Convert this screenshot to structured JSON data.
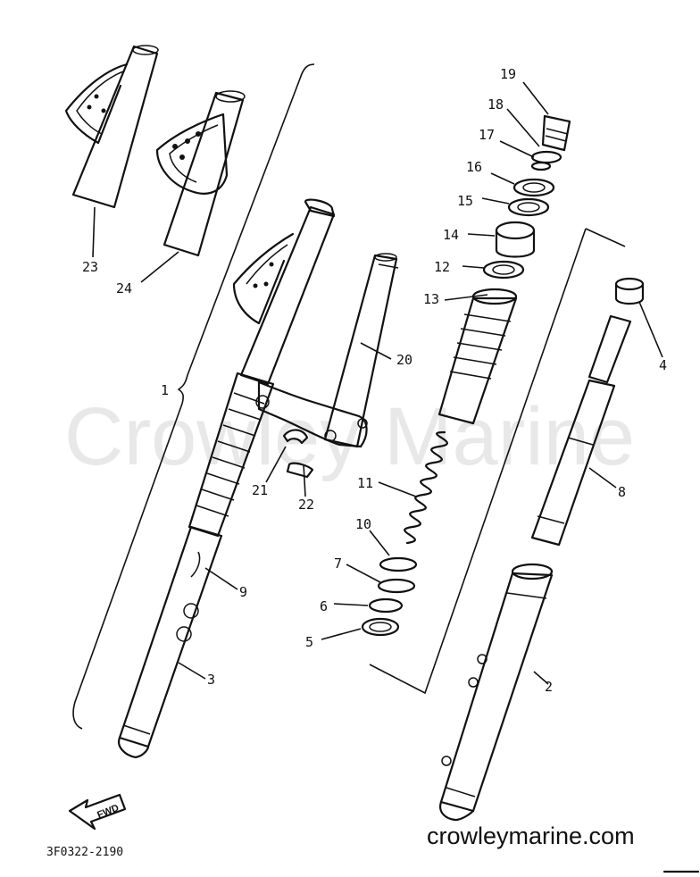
{
  "watermark": "Crowley Marine",
  "site_url": "crowleymarine.com",
  "diagram_code": "3F0322-2190",
  "direction_label": "FWD",
  "callouts": [
    {
      "id": "1",
      "label": "1"
    },
    {
      "id": "2",
      "label": "2"
    },
    {
      "id": "3",
      "label": "3"
    },
    {
      "id": "4",
      "label": "4"
    },
    {
      "id": "5",
      "label": "5"
    },
    {
      "id": "6",
      "label": "6"
    },
    {
      "id": "7",
      "label": "7"
    },
    {
      "id": "8",
      "label": "8"
    },
    {
      "id": "9",
      "label": "9"
    },
    {
      "id": "10",
      "label": "10"
    },
    {
      "id": "11",
      "label": "11"
    },
    {
      "id": "12",
      "label": "12"
    },
    {
      "id": "13",
      "label": "13"
    },
    {
      "id": "14",
      "label": "14"
    },
    {
      "id": "15",
      "label": "15"
    },
    {
      "id": "16",
      "label": "16"
    },
    {
      "id": "17",
      "label": "17"
    },
    {
      "id": "18",
      "label": "18"
    },
    {
      "id": "19",
      "label": "19"
    },
    {
      "id": "20",
      "label": "20"
    },
    {
      "id": "21",
      "label": "21"
    },
    {
      "id": "22",
      "label": "22"
    },
    {
      "id": "23",
      "label": "23"
    },
    {
      "id": "24",
      "label": "24"
    }
  ]
}
